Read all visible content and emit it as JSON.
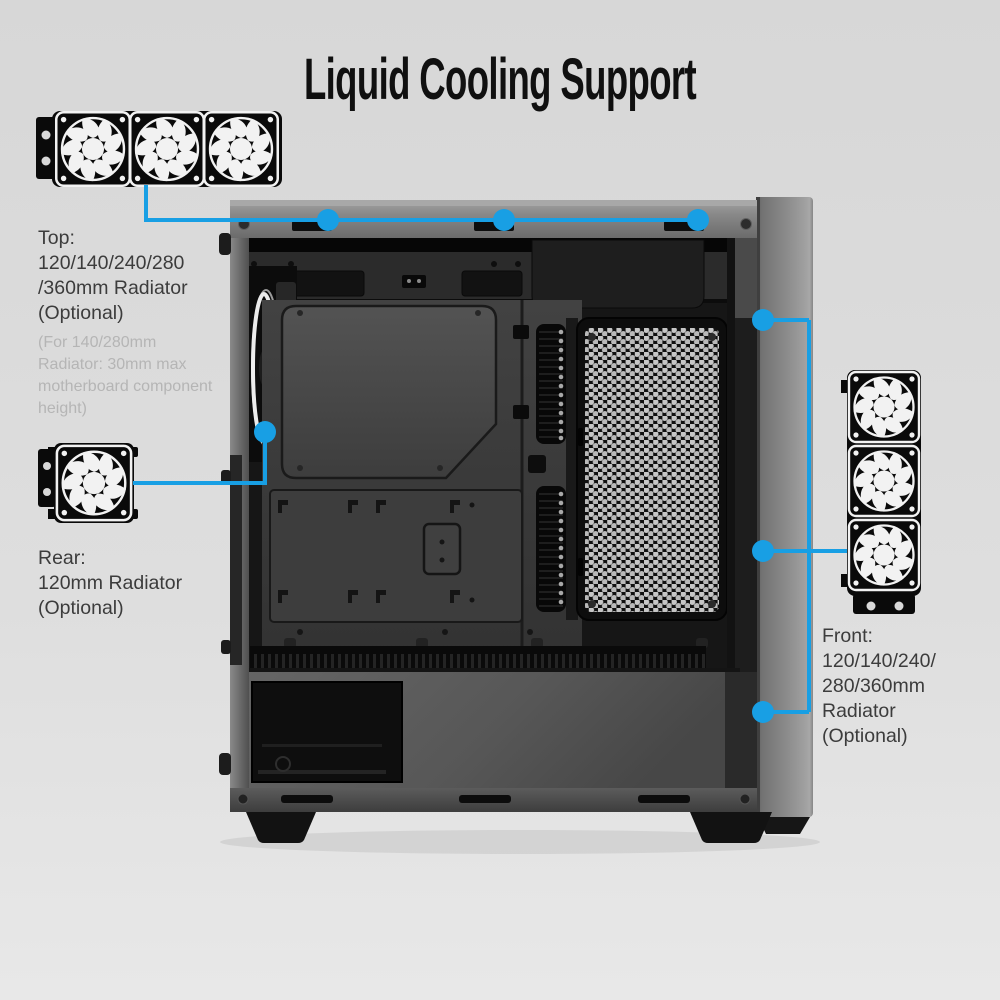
{
  "title": "Liquid Cooling Support",
  "colors": {
    "accent": "#189FE4",
    "background": "#DCDCDC",
    "label_text": "#3C3C3C",
    "note_text": "#B5B5B5",
    "icon_fill": "#0A0A0A"
  },
  "callouts": {
    "top": {
      "heading": "Top:\n120/140/240/280\n/360mm Radiator\n(Optional)",
      "note": "(For 140/280mm\nRadiator: 30mm max\nmotherboard component\nheight)",
      "icon": "radiator-360mm-triple-fan-horizontal-icon",
      "mount_dots": 3
    },
    "rear": {
      "heading": "Rear:\n120mm Radiator\n(Optional)",
      "icon": "radiator-120mm-single-fan-icon",
      "mount_dots": 1
    },
    "front": {
      "heading": "Front:\n120/140/240/\n280/360mm\nRadiator\n(Optional)",
      "icon": "radiator-360mm-triple-fan-vertical-icon",
      "mount_dots": 3
    }
  }
}
